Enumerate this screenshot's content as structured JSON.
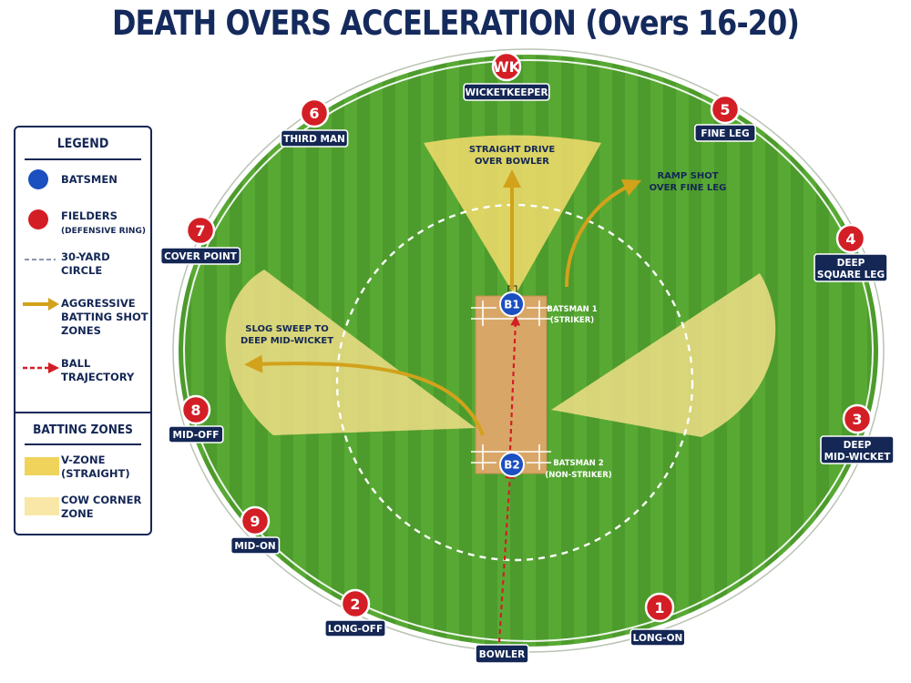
{
  "title": "DEATH OVERS ACCELERATION (Overs 16-20)",
  "colors": {
    "grass": "#4c9b2c",
    "grass_stripe": "#59a935",
    "pitch": "#d8a767",
    "fielder": "#d31e25",
    "batsman": "#1c4fc0",
    "label_bg": "#142755",
    "shot_arrow": "#d2a21b",
    "v_zone": "#f0d35a",
    "cow_zone": "#f6df86",
    "ball": "#d31e25"
  },
  "legend": {
    "heading": "LEGEND",
    "items": [
      {
        "icon": "blue-dot-icon",
        "label": "BATSMEN",
        "sub": ""
      },
      {
        "icon": "red-dot-icon",
        "label": "FIELDERS",
        "sub": "(DEFENSIVE RING)"
      },
      {
        "icon": "dashed-line-icon",
        "label": "30-YARD CIRCLE",
        "sub": ""
      },
      {
        "icon": "gold-arrow-icon",
        "label": "AGGRESSIVE BATTING SHOT ZONES",
        "sub": ""
      },
      {
        "icon": "red-dashed-arrow-icon",
        "label": "BALL TRAJECTORY",
        "sub": ""
      }
    ],
    "zones_heading": "BATTING ZONES",
    "zones": [
      {
        "label": "V-ZONE (STRAIGHT)"
      },
      {
        "label": "COW CORNER ZONE"
      }
    ]
  },
  "fielders": [
    {
      "id": "1",
      "name": "LONG-ON"
    },
    {
      "id": "2",
      "name": "LONG-OFF"
    },
    {
      "id": "3",
      "name": "DEEP MID-WICKET"
    },
    {
      "id": "4",
      "name": "DEEP SQUARE LEG"
    },
    {
      "id": "5",
      "name": "FINE LEG"
    },
    {
      "id": "6",
      "name": "THIRD MAN"
    },
    {
      "id": "7",
      "name": "COVER POINT"
    },
    {
      "id": "8",
      "name": "MID-OFF"
    },
    {
      "id": "9",
      "name": "MID-ON"
    },
    {
      "id": "WK",
      "name": "WICKETKEEPER"
    }
  ],
  "batsmen": [
    {
      "id": "B1",
      "label": "BATSMAN 1",
      "role": "(STRIKER)"
    },
    {
      "id": "B2",
      "label": "BATSMAN 2",
      "role": "(NON-STRIKER)"
    }
  ],
  "bowler": "BOWLER",
  "annotations": {
    "straight": "STRAIGHT DRIVE OVER BOWLER",
    "ramp": "RAMP SHOT OVER FINE LEG",
    "slog": "SLOG SWEEP TO DEEP MID-WICKET"
  }
}
